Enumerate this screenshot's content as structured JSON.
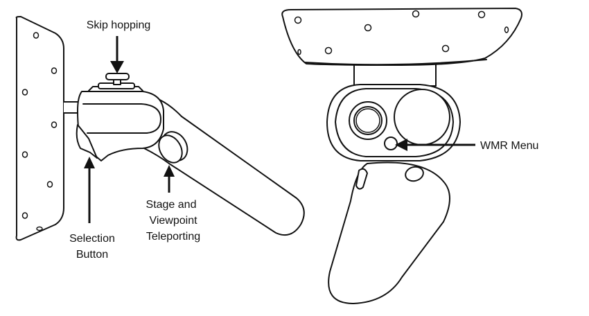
{
  "labels": {
    "skip_hopping": "Skip hopping",
    "selection_line1": "Selection",
    "selection_line2": "Button",
    "stage_line1": "Stage and",
    "stage_line2": "Viewpoint",
    "stage_line3": "Teleporting",
    "wmr_menu": "WMR Menu"
  },
  "colors": {
    "line": "#111111",
    "background": "#ffffff"
  }
}
